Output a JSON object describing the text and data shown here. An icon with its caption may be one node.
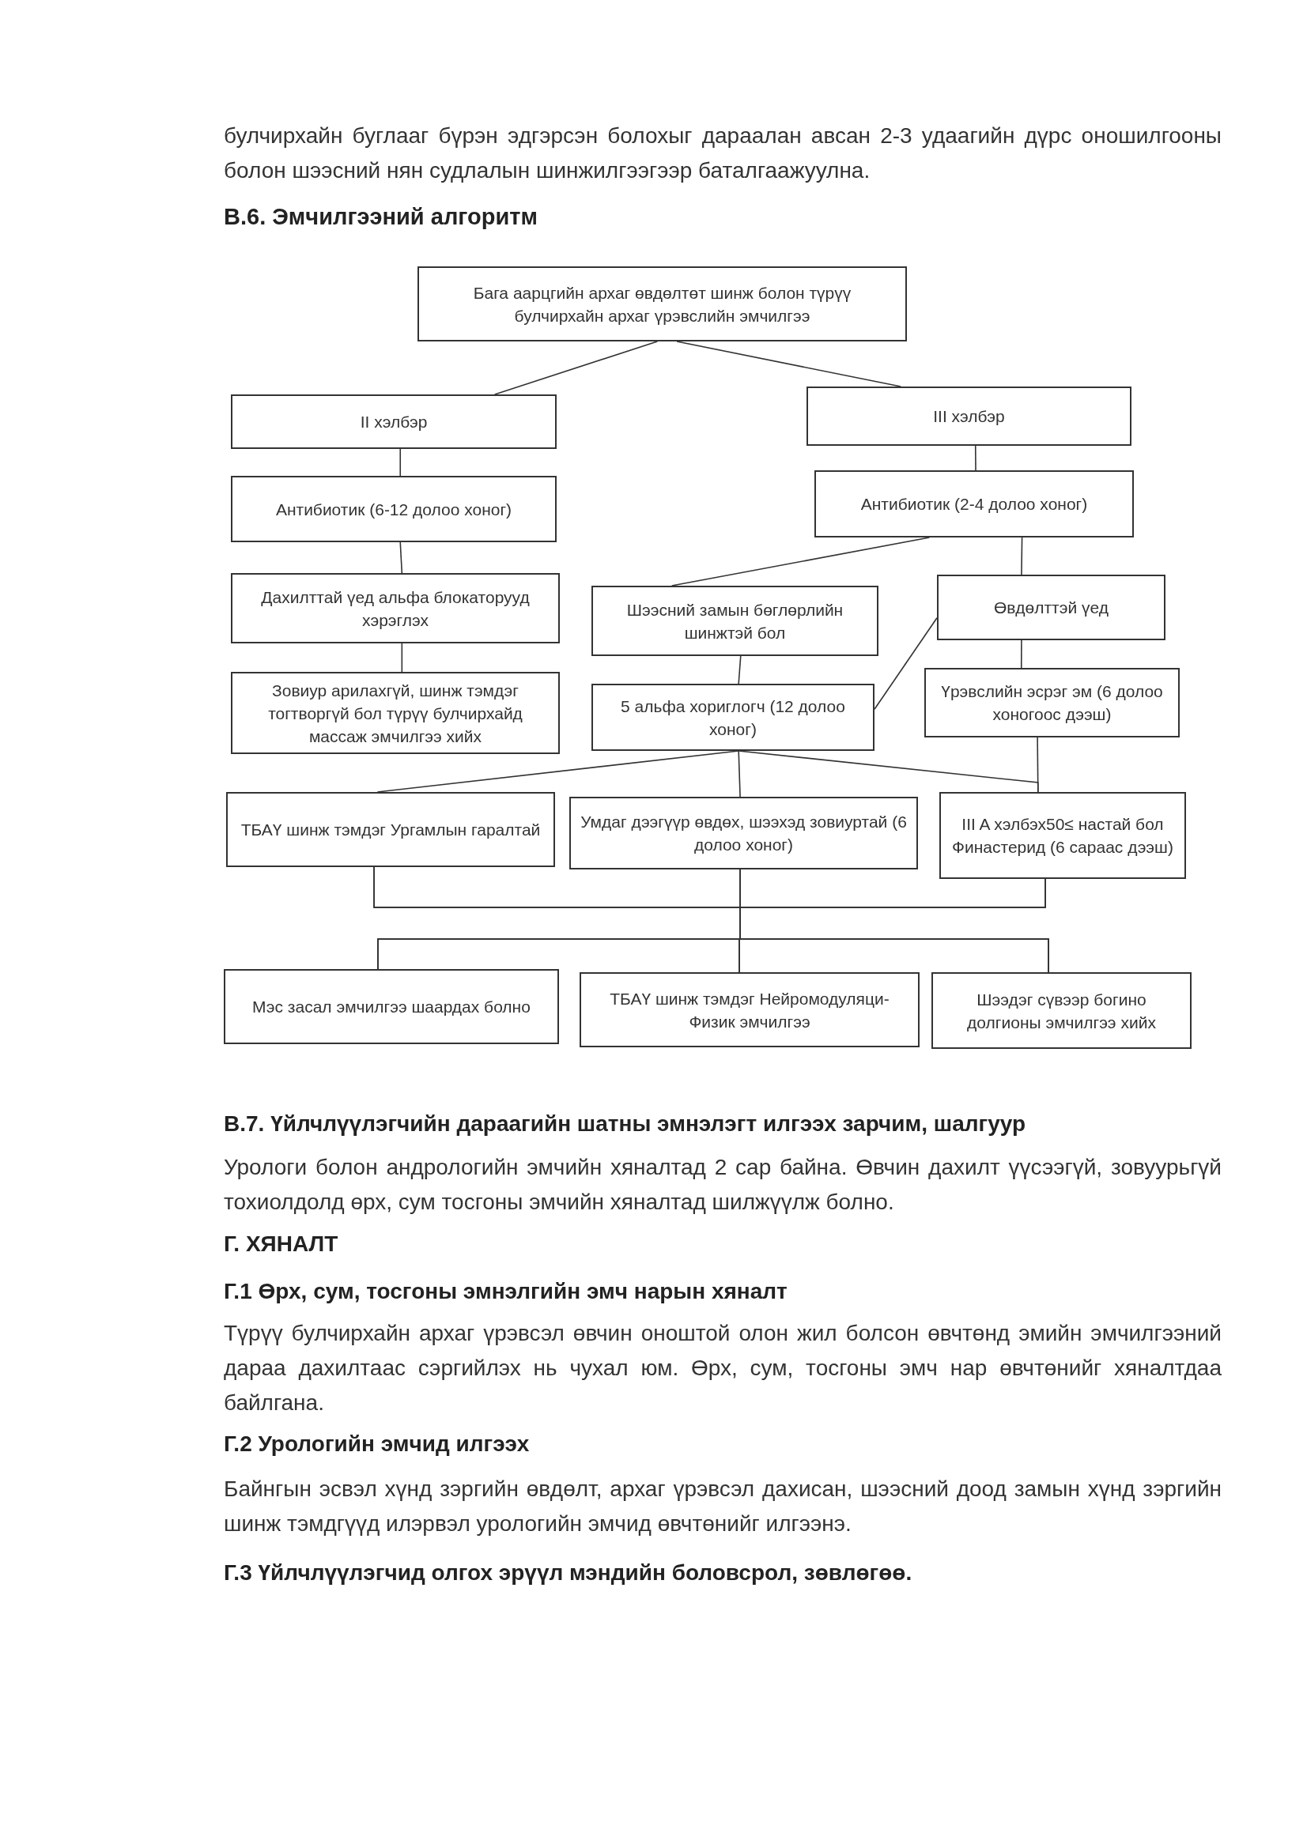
{
  "diagram": {
    "title": "В.6. Эмчилгээний алгоритм",
    "nodes": [
      {
        "text": [
          "Бага аарцгийн архаг өвдөлтөт шинж болон түрүү булчирхайн архаг үрэвслийн эмчилгээ"
        ]
      },
      {
        "text": [
          "II хэлбэр"
        ]
      },
      {
        "text": [
          "III хэлбэр"
        ]
      },
      {
        "text": [
          "Антибиотик (6-12 долоо хоног)"
        ]
      },
      {
        "text": [
          "Антибиотик (2-4 долоо хоног)"
        ]
      },
      {
        "text": [
          "Дахилттай үед альфа блокаторууд хэрэглэх"
        ]
      },
      {
        "text": [
          "Шээсний замын бөглөрлийн шинжтэй бол"
        ]
      },
      {
        "text": [
          "Өвдөлттэй үед"
        ]
      },
      {
        "text": [
          "Зовиур арилахгүй, шинж тэмдэг тогтворгүй бол түрүү булчирхайд массаж эмчилгээ хийх"
        ]
      },
      {
        "text": [
          "5 альфа хориглогч (12 долоо хоног)"
        ]
      },
      {
        "text": [
          "Үрэвслийн эсрэг эм (6 долоо хоногоос дээш)"
        ]
      },
      {
        "text": [
          "ТБАҮ шинж тэмдэг Ургамлын гаралтай"
        ]
      },
      {
        "text": [
          "Умдаг дээгүүр өвдөх, шээхэд зовиуртай (6 долоо хоног)"
        ]
      },
      {
        "text": [
          "III A хэлбэх50≤ настай бол Финастерид (6 сараас дээш)"
        ]
      },
      {
        "text": [
          "Мэс засал эмчилгээ шаардах болно"
        ]
      },
      {
        "text": [
          "ТБАҮ шинж тэмдэг Нейромодуляци-Физик эмчилгээ"
        ]
      },
      {
        "text": [
          "Шээдэг сүвээр богино долгионы эмчилгээ хийх"
        ]
      }
    ],
    "edges": [
      {
        "from": 0,
        "to": 1,
        "arrow": "none"
      },
      {
        "from": 0,
        "to": 2,
        "arrow": "none"
      },
      {
        "from": 1,
        "to": 3,
        "arrow": "none"
      },
      {
        "from": 3,
        "to": 5,
        "arrow": "none"
      },
      {
        "from": 5,
        "to": 8,
        "arrow": "none"
      },
      {
        "from": 2,
        "to": 4,
        "arrow": "none"
      },
      {
        "from": 4,
        "to": 6,
        "arrow": "none"
      },
      {
        "from": 4,
        "to": 7,
        "arrow": "none"
      },
      {
        "from": 6,
        "to": 9,
        "arrow": "none"
      },
      {
        "from": 7,
        "to": 9,
        "arrow": "none"
      },
      {
        "from": 7,
        "to": 10,
        "arrow": "none"
      },
      {
        "from": 9,
        "to": 11,
        "arrow": "none"
      },
      {
        "from": 9,
        "to": 12,
        "arrow": "none"
      },
      {
        "from": 9,
        "to": 13,
        "arrow": "none"
      },
      {
        "from": 10,
        "to": 13,
        "arrow": "none"
      },
      {
        "from": 11,
        "to": 14,
        "arrow": "none"
      },
      {
        "from": 11,
        "to": 15,
        "arrow": "none"
      },
      {
        "from": 11,
        "to": 16,
        "arrow": "none"
      },
      {
        "from": 12,
        "to": 14,
        "arrow": "none"
      },
      {
        "from": 12,
        "to": 15,
        "arrow": "none"
      },
      {
        "from": 12,
        "to": 16,
        "arrow": "none"
      },
      {
        "from": 13,
        "to": 14,
        "arrow": "none"
      },
      {
        "from": 13,
        "to": 15,
        "arrow": "none"
      },
      {
        "from": 13,
        "to": 16,
        "arrow": "none"
      }
    ],
    "labels": [
      "булчирхайн буглааг бүрэн эдгэрсэн болохыг дараалан авсан 2-3 удаагийн дүрс оношилгооны болон шээсний нян судлалын шинжилгээгээр баталгаажуулна.",
      "В.7. Үйлчлүүлэгчийн дараагийн шатны эмнэлэгт илгээх зарчим, шалгуур",
      "Урологи болон андрологийн эмчийн хяналтад 2 сар байна. Өвчин дахилт үүсээгүй, зовуурьгүй тохиолдолд өрх, сум тосгоны эмчийн хяналтад шилжүүлж болно.",
      "Г. ХЯНАЛТ",
      "Г.1 Өрх, сум, тосгоны эмнэлгийн эмч нарын хяналт",
      "Түрүү булчирхайн архаг үрэвсэл өвчин оноштой олон жил болсон өвчтөнд эмийн эмчилгээний дараа дахилтаас сэргийлэх нь чухал юм. Өрх, сум, тосгоны эмч нар өвчтөнийг хяналтдаа байлгана.",
      "Г.2 Урологийн эмчид илгээх",
      "Байнгын эсвэл хүнд зэргийн өвдөлт, архаг үрэвсэл дахисан, шээсний доод замын хүнд зэргийн шинж тэмдгүүд илэрвэл урологийн эмчид өвчтөнийг илгээнэ.",
      "Г.3 Үйлчлүүлэгчид олгох эрүүл мэндийн боловсрол, зөвлөгөө."
    ]
  }
}
